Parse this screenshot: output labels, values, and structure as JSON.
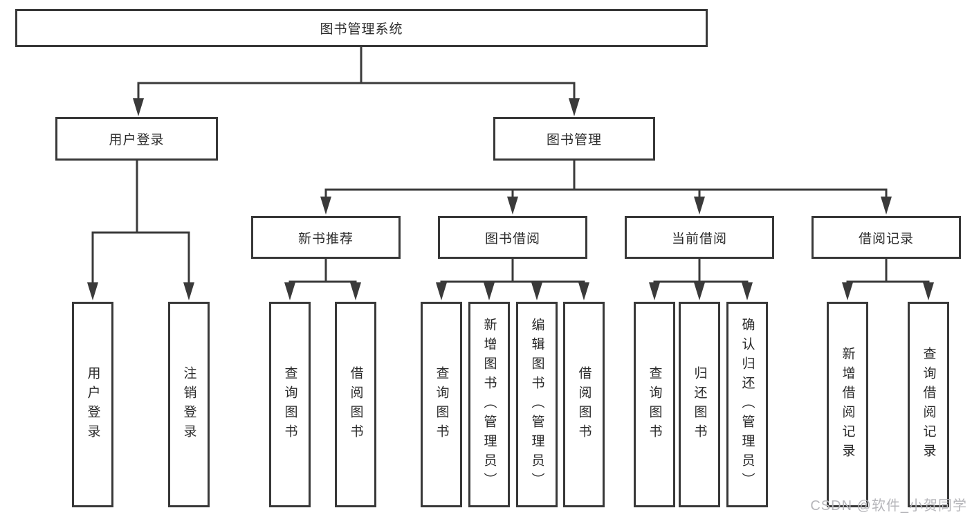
{
  "watermark": {
    "text": "CSDN @软件_小贺同学"
  },
  "colors": {
    "line": "#3a3a3a",
    "box_border": "#383838",
    "box_fill": "#ffffff",
    "text": "#2a2a2a",
    "watermark": "#b6b6ba"
  },
  "tree": {
    "root": {
      "label": "图书管理系统"
    },
    "branches": [
      {
        "label": "用户登录",
        "children": [
          {
            "label": "用户登录"
          },
          {
            "label": "注销登录"
          }
        ]
      },
      {
        "label": "图书管理",
        "children": [
          {
            "label": "新书推荐",
            "children": [
              {
                "label": "查询图书"
              },
              {
                "label": "借阅图书"
              }
            ]
          },
          {
            "label": "图书借阅",
            "children": [
              {
                "label": "查询图书"
              },
              {
                "label": "新增图书（管理员）"
              },
              {
                "label": "编辑图书（管理员）"
              },
              {
                "label": "借阅图书"
              }
            ]
          },
          {
            "label": "当前借阅",
            "children": [
              {
                "label": "查询图书"
              },
              {
                "label": "归还图书"
              },
              {
                "label": "确认归还（管理员）"
              }
            ]
          },
          {
            "label": "借阅记录",
            "children": [
              {
                "label": "新增借阅记录"
              },
              {
                "label": "查询借阅记录"
              }
            ]
          }
        ]
      }
    ]
  }
}
